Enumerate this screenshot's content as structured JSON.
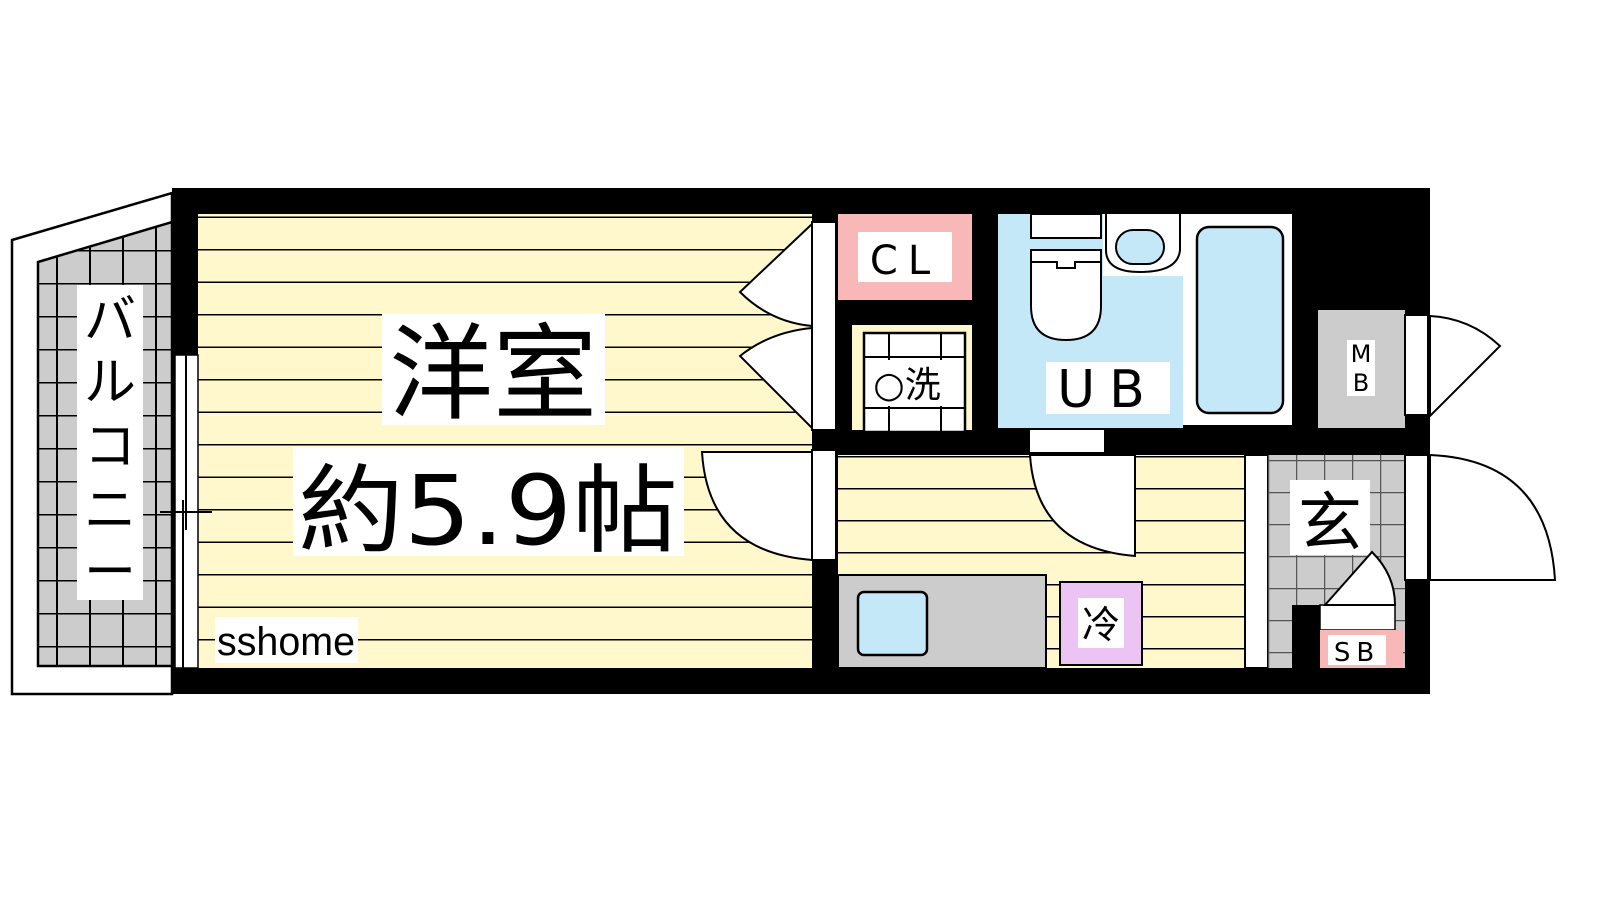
{
  "title": "間取り図",
  "rooms": {
    "western_room_name": "洋室",
    "western_room_size": "約5.9帖",
    "balcony": [
      "バ",
      "ル",
      "コ",
      "ニ",
      "ー"
    ],
    "closet": "CL",
    "washer": "○洗",
    "unit_bath": "UB",
    "meter_box": [
      "M",
      "B"
    ],
    "entrance": "玄",
    "shoe_box": "SB",
    "fridge": "冷"
  },
  "watermark": "sshome",
  "colors": {
    "floor": "#fff8cc",
    "bath": "#c5e8f8",
    "closet": "#f8b8b8",
    "tile": "#cccccc",
    "fridge": "#ecc4f4",
    "wall": "#000000"
  }
}
